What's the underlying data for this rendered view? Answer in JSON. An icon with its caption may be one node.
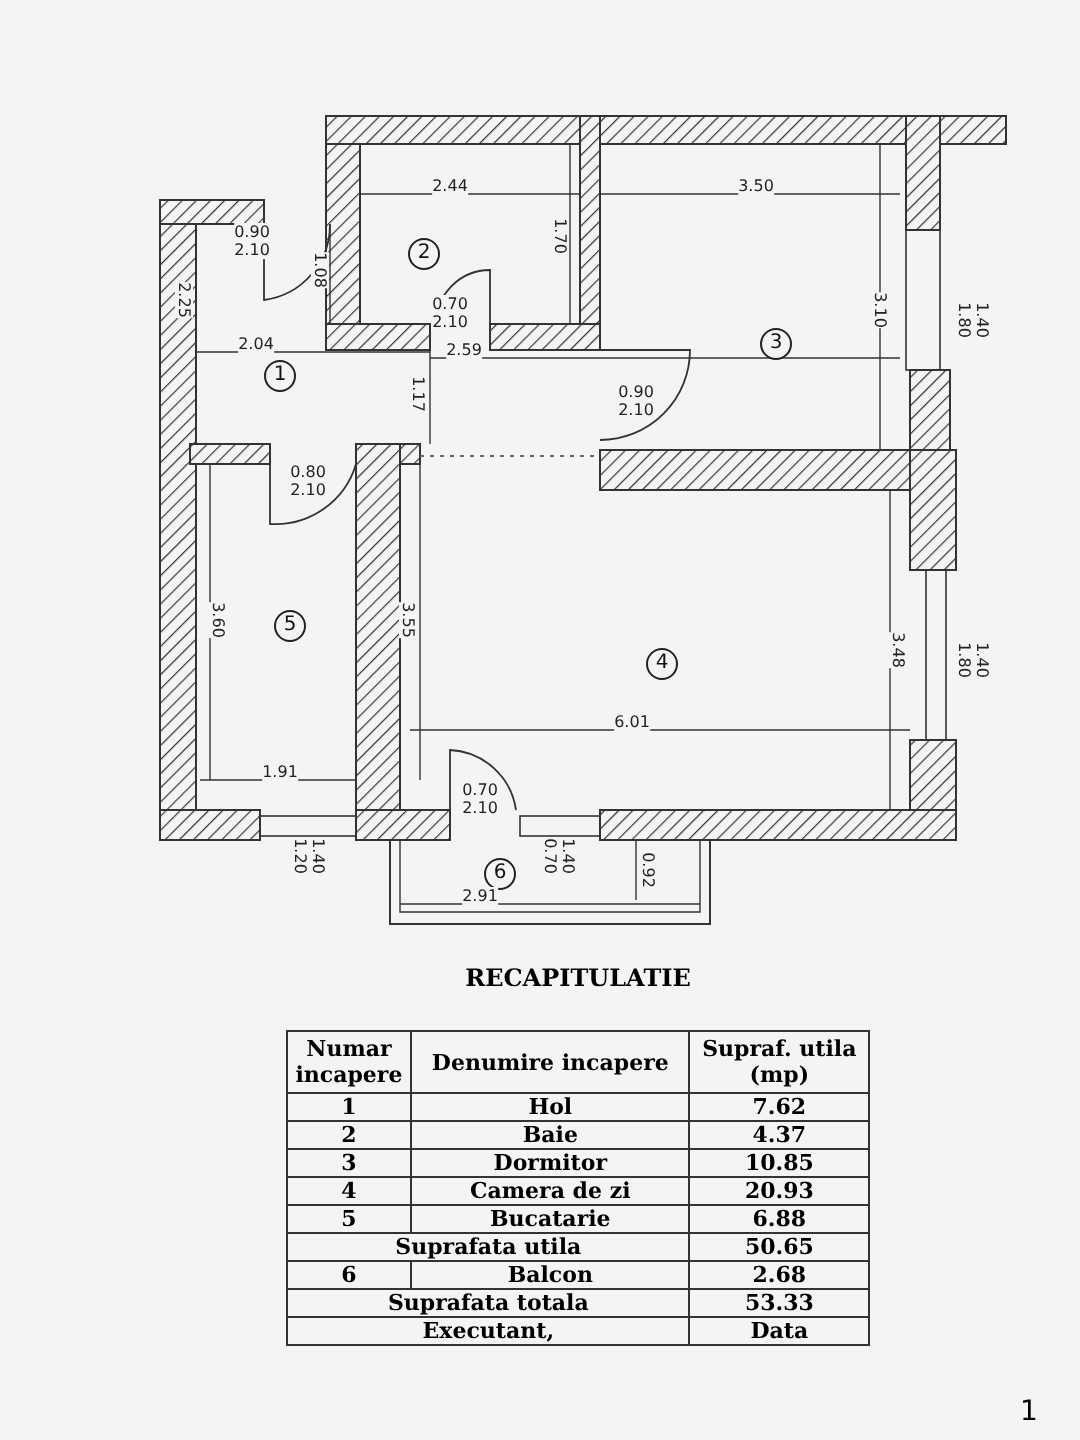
{
  "diagram": {
    "labels": [
      "2.44",
      "3.50",
      "0.90",
      "2.10",
      "1.70",
      "1.08",
      "2.25",
      "2",
      "0.70",
      "2.10",
      "3.10",
      "1.80",
      "1.40",
      "2.04",
      "2.59",
      "3",
      "1",
      "1.17",
      "0.90",
      "2.10",
      "0.80",
      "2.10",
      "3.60",
      "5",
      "3.55",
      "4",
      "3.48",
      "1.80",
      "1.40",
      "6.01",
      "1.91",
      "0.70",
      "2.10",
      "1.20",
      "1.40",
      "0.70",
      "1.40",
      "6",
      "0.92",
      "2.91",
      "RECAPITULATIE",
      "Numar incapere",
      "Denumire incapere",
      "Supraf. utila (mp)",
      "1",
      "Hol",
      "7.62",
      "2",
      "Baie",
      "4.37",
      "3",
      "Dormitor",
      "10.85",
      "4",
      "Camera de zi",
      "20.93",
      "5",
      "Bucatarie",
      "6.88",
      "Suprafata utila",
      "50.65",
      "6",
      "Balcon",
      "2.68",
      "Suprafata totala",
      "53.33",
      "Executant,",
      "Data",
      "1"
    ]
  }
}
